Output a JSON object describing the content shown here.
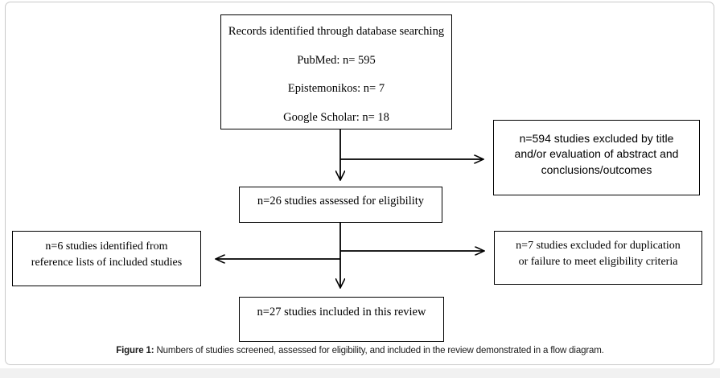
{
  "figure": {
    "caption_label": "Figure 1:",
    "caption_text": " Numbers of studies screened, assessed for eligibility, and included in the review demonstrated in a flow diagram."
  },
  "diagram": {
    "type": "flow-diagram",
    "style": {
      "box_border_color": "#000000",
      "background_color": "#ffffff",
      "text_color": "#000000",
      "frame_color": "#c9c9c9"
    },
    "nodes": {
      "records_identified": {
        "id": "records-identified",
        "lines": [
          "Records identified through database searching",
          "PubMed: n= 595",
          "Epistemonikos: n= 7",
          "Google Scholar: n= 18"
        ]
      },
      "excluded_by_title": {
        "id": "excluded-by-title",
        "lines": [
          "n=594 studies excluded by title",
          "and/or evaluation of abstract and",
          "conclusions/outcomes"
        ]
      },
      "assessed_eligibility": {
        "id": "assessed-for-eligibility",
        "lines": [
          "n=26 studies assessed for eligibility"
        ]
      },
      "identified_from_references": {
        "id": "identified-from-reference-lists",
        "lines": [
          "n=6 studies identified from",
          "reference lists of included studies"
        ]
      },
      "excluded_duplication": {
        "id": "excluded-for-duplication",
        "lines": [
          "n=7 studies excluded for duplication",
          "or failure to meet eligibility criteria"
        ]
      },
      "included_in_review": {
        "id": "included-in-review",
        "lines": [
          "n=27 studies included in this review"
        ]
      }
    },
    "counts": {
      "pubmed": 595,
      "epistemonikos": 7,
      "google_scholar": 18,
      "excluded_by_title": 594,
      "assessed_for_eligibility": 26,
      "identified_from_reference_lists": 6,
      "excluded_for_duplication": 7,
      "included_in_review": 27
    },
    "edges": [
      {
        "from": "records-identified",
        "to": "excluded-by-title",
        "direction": "right"
      },
      {
        "from": "records-identified",
        "to": "assessed-for-eligibility",
        "direction": "down"
      },
      {
        "from": "assessed-for-eligibility",
        "to": "excluded-for-duplication",
        "direction": "right"
      },
      {
        "from": "assessed-for-eligibility",
        "to": "identified-from-reference-lists",
        "direction": "left"
      },
      {
        "from": "assessed-for-eligibility",
        "to": "included-in-review",
        "direction": "down"
      }
    ]
  }
}
